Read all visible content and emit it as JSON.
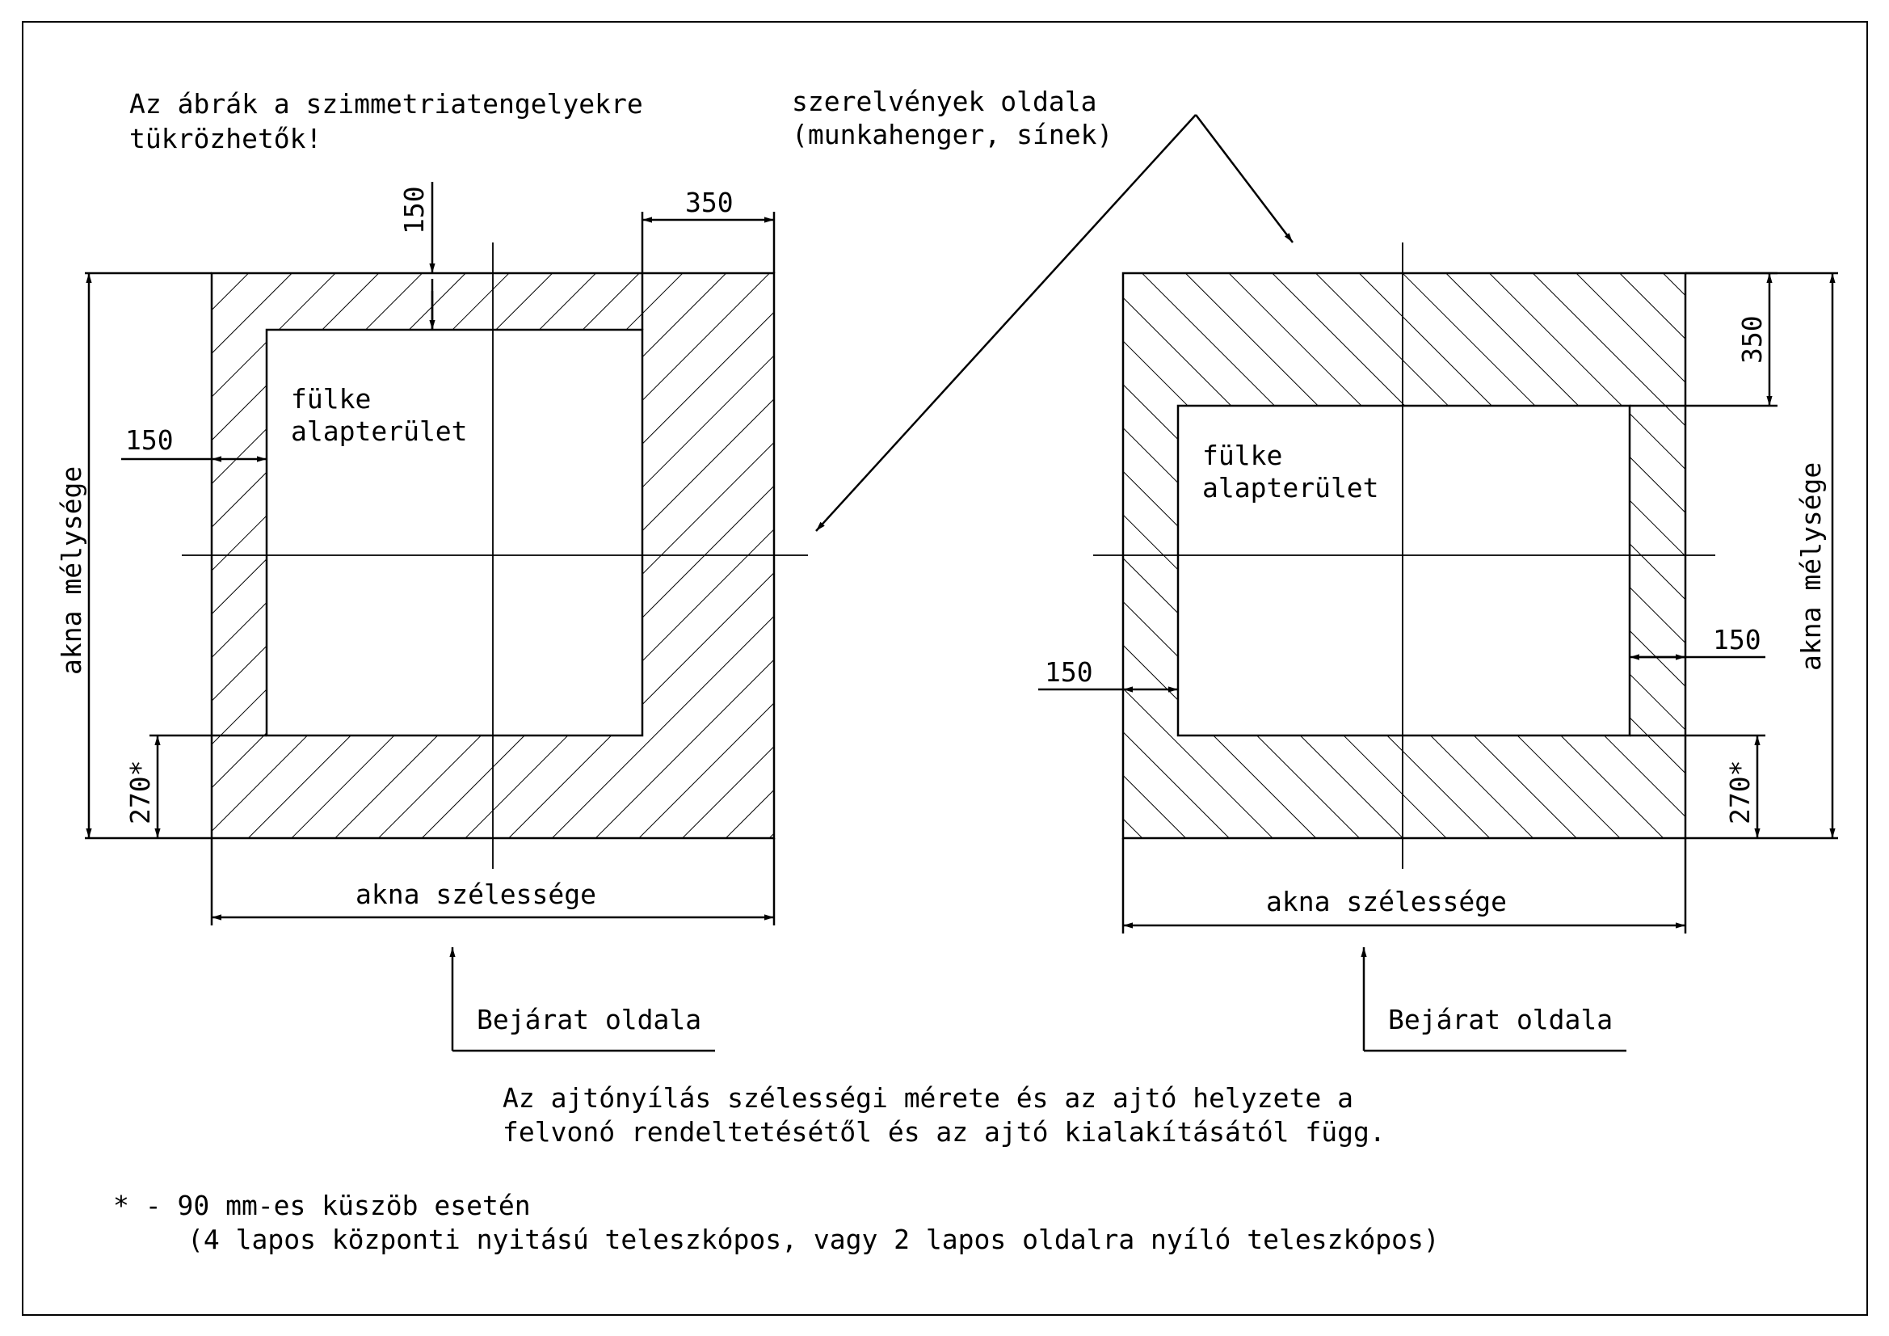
{
  "note_top": [
    "Az ábrák a szimmetriatengelyekre",
    "tükrözhetők!"
  ],
  "fittings_label": [
    "szerelvények oldala",
    "(munkahenger, sínek)"
  ],
  "left": {
    "dim_top": "150",
    "dim_right": "350",
    "dim_left": "150",
    "dim_bottom": "270*",
    "cabin_label": [
      "fülke",
      "alapterület"
    ],
    "depth_label": "akna mélysége",
    "width_label": "akna szélessége",
    "entrance_label": "Bejárat oldala"
  },
  "right": {
    "dim_top": "350",
    "dim_left": "150",
    "dim_right": "150",
    "dim_bottom": "270*",
    "cabin_label": [
      "fülke",
      "alapterület"
    ],
    "depth_label": "akna mélysége",
    "width_label": "akna szélessége",
    "entrance_label": "Bejárat oldala"
  },
  "door_note": [
    "Az ajtónyílás szélességi mérete és az ajtó helyzete a",
    "felvonó rendeltetésétől és az ajtó kialakításától függ."
  ],
  "footnote": [
    "* - 90 mm-es küszöb esetén",
    "(4 lapos központi nyitású teleszkópos, vagy 2 lapos oldalra nyíló teleszkópos)"
  ]
}
